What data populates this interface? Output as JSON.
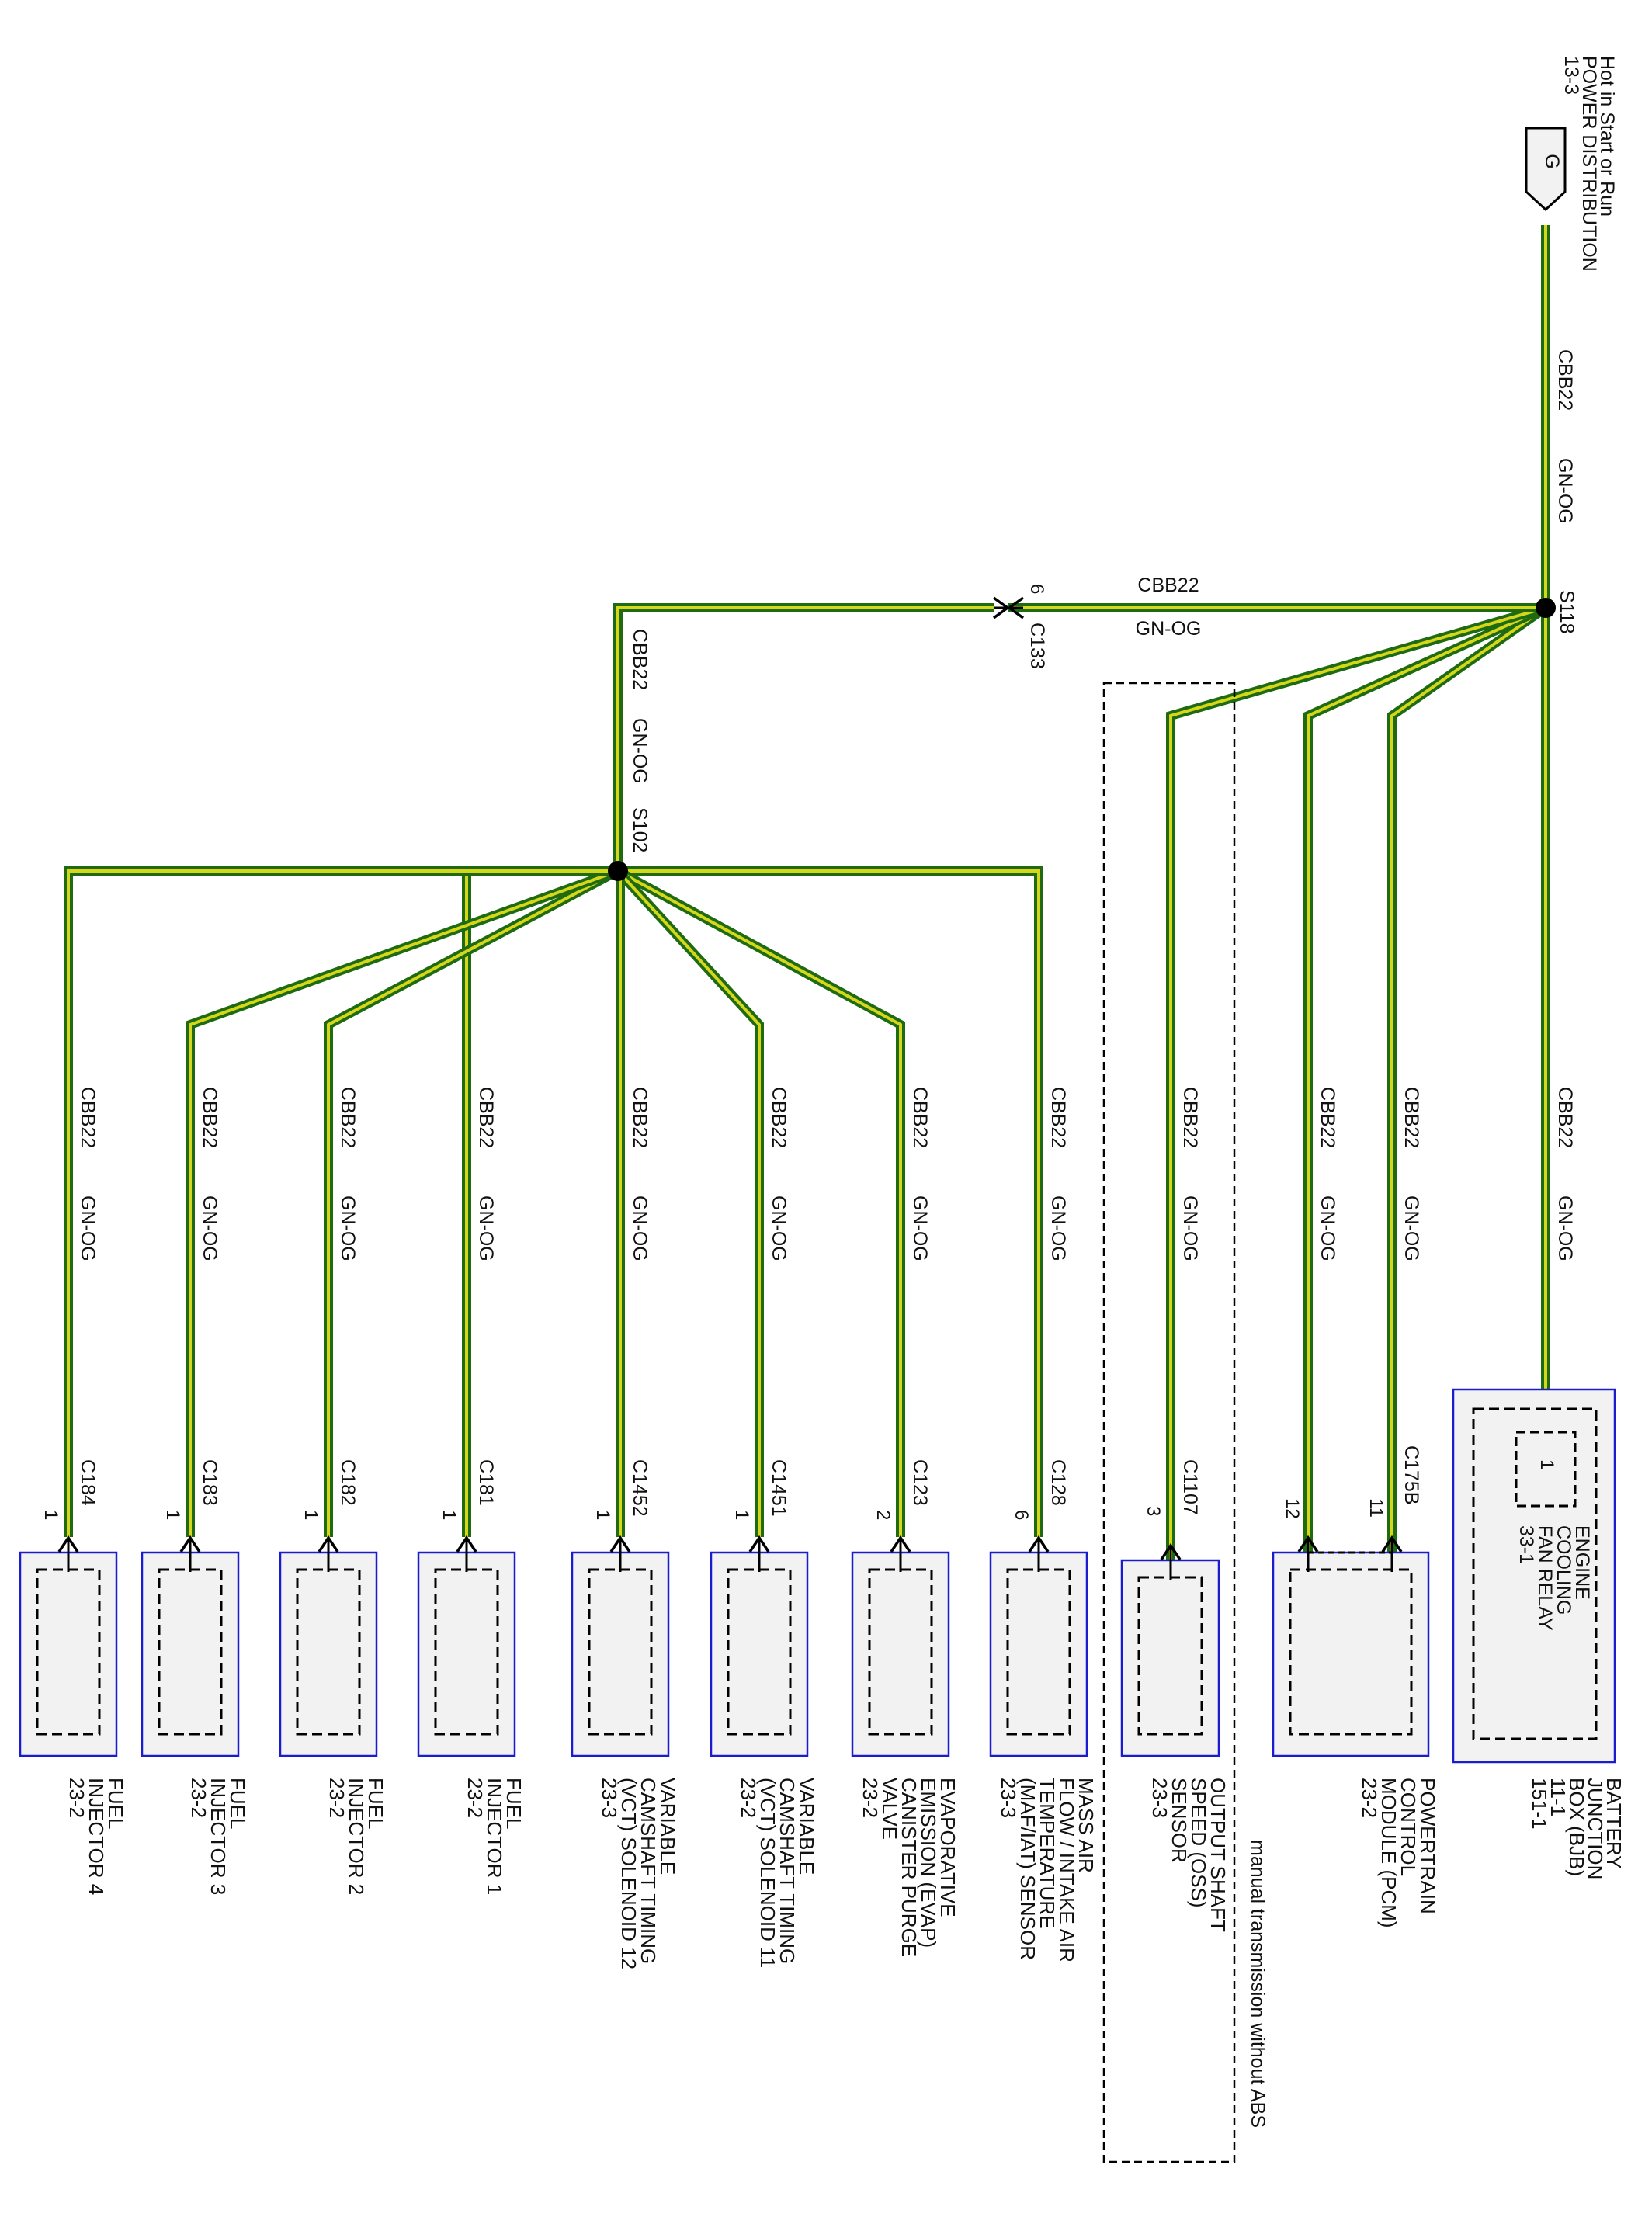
{
  "colors": {
    "wire_outer": "#1e6b12",
    "wire_inner": "#d6d61a",
    "box_border": "#1b1bd0",
    "box_fill": "#f2f2f2",
    "text": "#111111"
  },
  "power_source": {
    "connector_letter": "G",
    "lines": [
      "Hot in Start or Run",
      "POWER DISTRIBUTION",
      "13-3"
    ]
  },
  "wire": {
    "circuit": "CBB22",
    "color": "GN-OG"
  },
  "splices": {
    "main": "S118",
    "branch": "S102"
  },
  "inline_connector": {
    "id": "C133",
    "pin": "6"
  },
  "option_note": "manual transmission without ABS",
  "bjb": {
    "connector": "",
    "pin": "1",
    "inner_lines": [
      "ENGINE",
      "COOLING",
      "FAN RELAY",
      "33-1"
    ],
    "lines": [
      "BATTERY",
      "JUNCTION",
      "BOX (BJB)",
      "11-1",
      "151-1"
    ]
  },
  "pcm": {
    "connector": "C175B",
    "pins": [
      "11",
      "12"
    ],
    "lines": [
      "POWERTRAIN",
      "CONTROL",
      "MODULE (PCM)",
      "23-2"
    ]
  },
  "oss": {
    "connector": "C1107",
    "pin": "3",
    "lines": [
      "OUTPUT SHAFT",
      "SPEED (OSS)",
      "SENSOR",
      "23-3"
    ]
  },
  "components": [
    {
      "connector": "C128",
      "pin": "6",
      "lines": [
        "MASS AIR",
        "FLOW / INTAKE AIR",
        "TEMPERATURE",
        "(MAF/IAT) SENSOR",
        "23-3"
      ]
    },
    {
      "connector": "C123",
      "pin": "2",
      "lines": [
        "EVAPORATIVE",
        "EMISSION (EVAP)",
        "CANISTER PURGE",
        "VALVE",
        "23-2"
      ]
    },
    {
      "connector": "C1451",
      "pin": "1",
      "lines": [
        "VARIABLE",
        "CAMSHAFT TIMING",
        "(VCT) SOLENOID 11",
        "23-2"
      ]
    },
    {
      "connector": "C1452",
      "pin": "1",
      "lines": [
        "VARIABLE",
        "CAMSHAFT TIMING",
        "(VCT) SOLENOID 12",
        "23-3"
      ]
    },
    {
      "connector": "C181",
      "pin": "1",
      "lines": [
        "FUEL",
        "INJECTOR 1",
        "23-2"
      ]
    },
    {
      "connector": "C182",
      "pin": "1",
      "lines": [
        "FUEL",
        "INJECTOR 2",
        "23-2"
      ]
    },
    {
      "connector": "C183",
      "pin": "1",
      "lines": [
        "FUEL",
        "INJECTOR 3",
        "23-2"
      ]
    },
    {
      "connector": "C184",
      "pin": "1",
      "lines": [
        "FUEL",
        "INJECTOR 4",
        "23-2"
      ]
    }
  ]
}
